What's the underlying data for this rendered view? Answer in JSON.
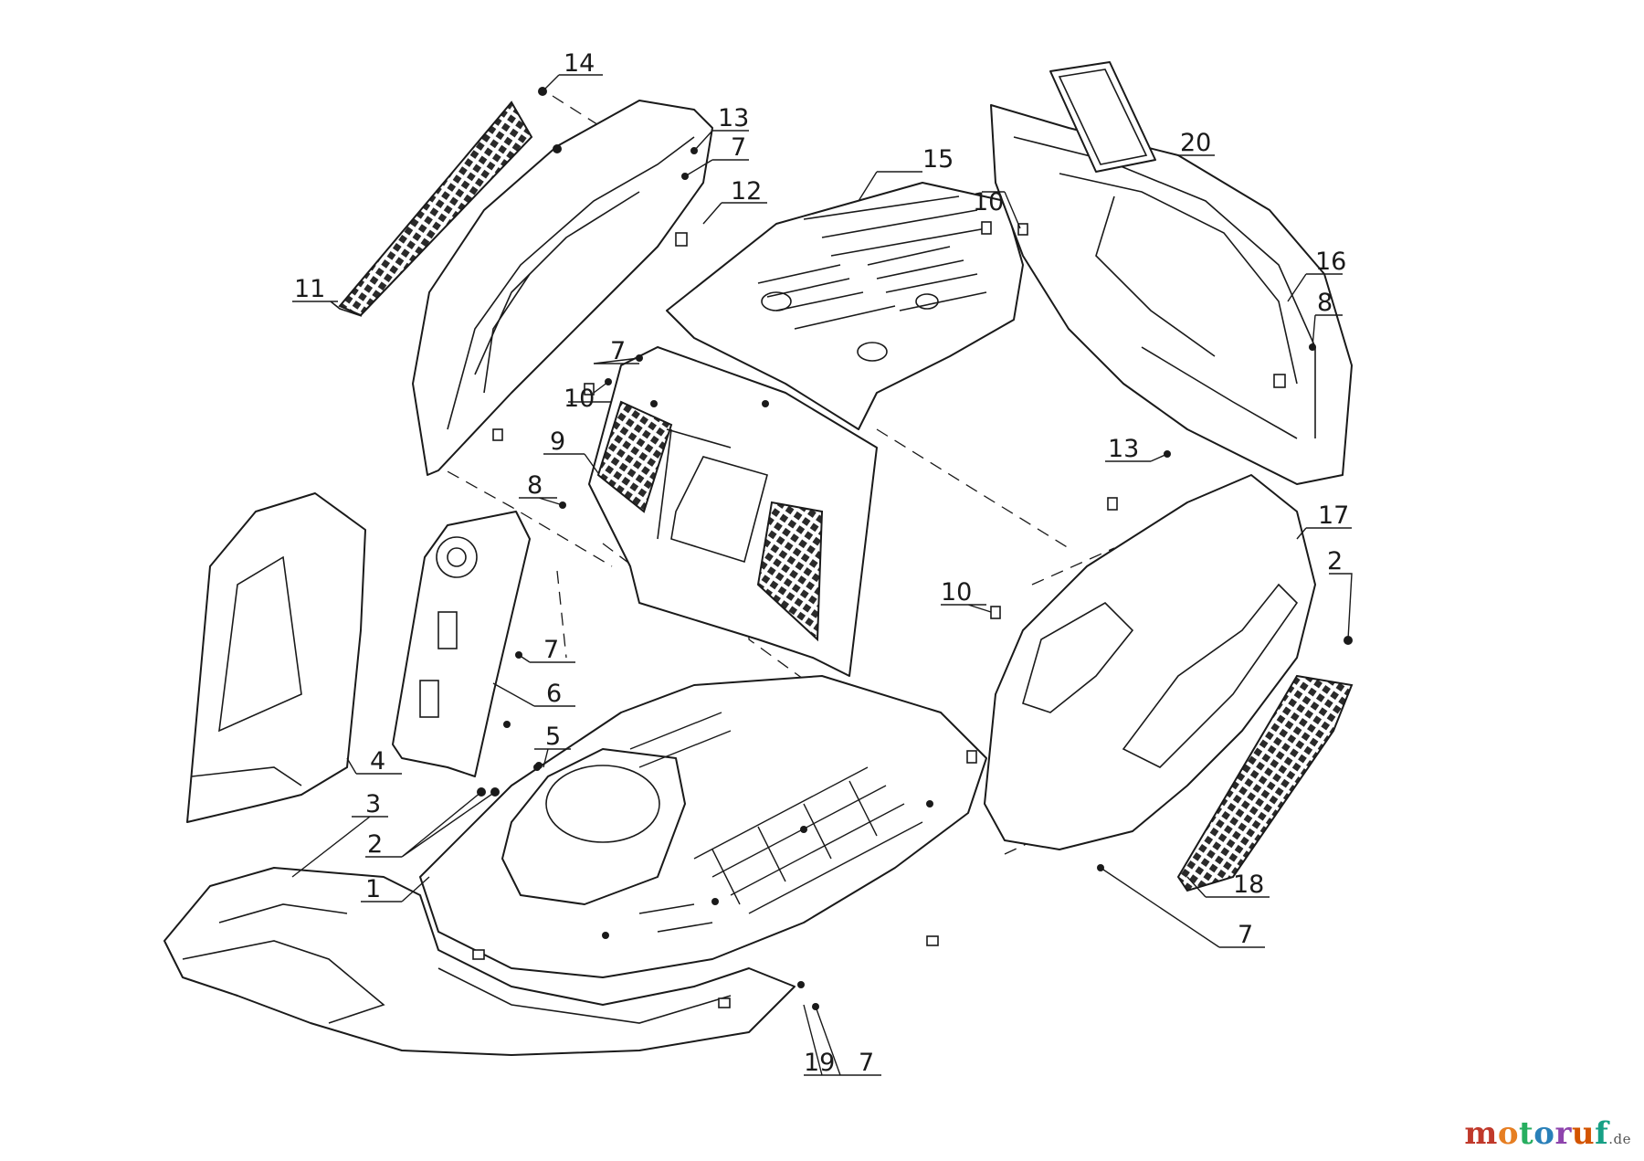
{
  "callouts": {
    "c1": "1",
    "c2a": "2",
    "c2b": "2",
    "c3": "3",
    "c4": "4",
    "c5": "5",
    "c6": "6",
    "c7a": "7",
    "c7b": "7",
    "c7c": "7",
    "c7d": "7",
    "c7e": "7",
    "c8a": "8",
    "c8b": "8",
    "c9": "9",
    "c10a": "10",
    "c10b": "10",
    "c10c": "10",
    "c11": "11",
    "c12": "12",
    "c13a": "13",
    "c13b": "13",
    "c14": "14",
    "c15": "15",
    "c16": "16",
    "c17": "17",
    "c18": "18",
    "c19": "19",
    "c20": "20"
  },
  "watermark": {
    "letters": [
      "m",
      "o",
      "t",
      "o",
      "r",
      "u",
      "f"
    ],
    "suffix": ".de",
    "colors": [
      "#c0392b",
      "#e67e22",
      "#27ae60",
      "#2980b9",
      "#8e44ad",
      "#d35400",
      "#16a085"
    ]
  }
}
